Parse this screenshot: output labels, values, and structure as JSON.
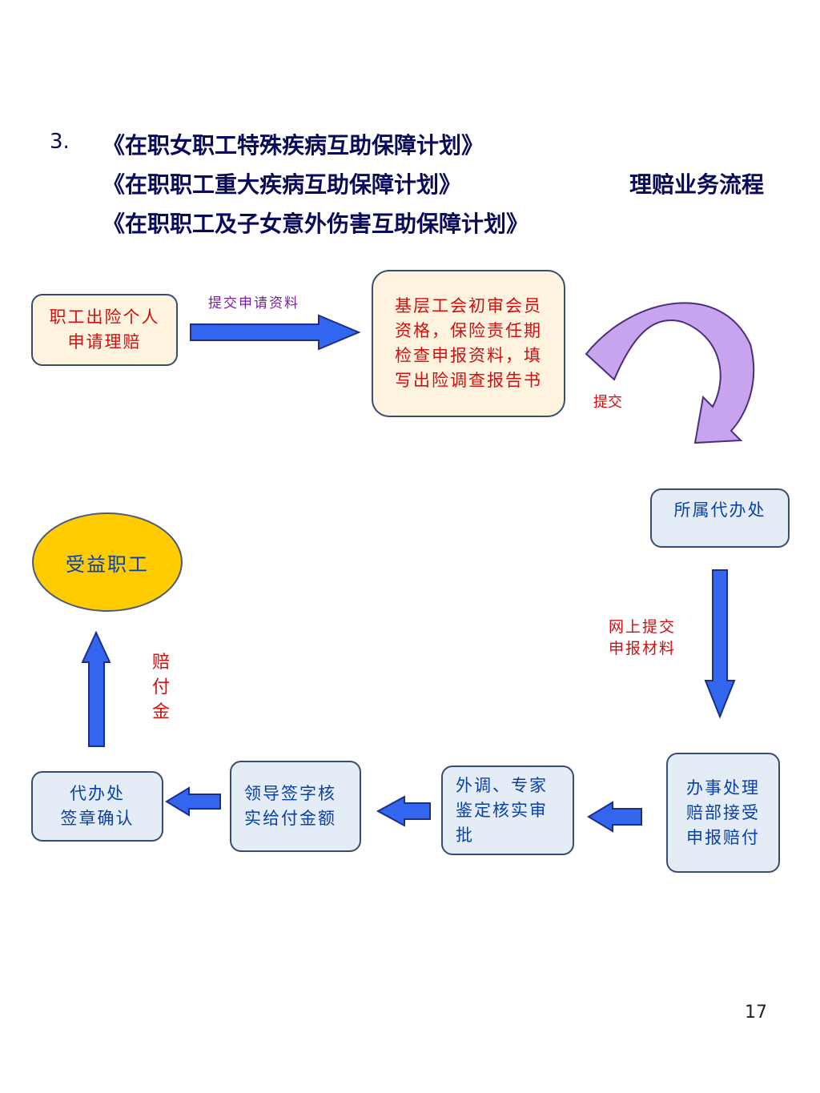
{
  "header": {
    "number": "3.",
    "line1": "《在职女职工特殊疾病互助保障计划》",
    "line2": "《在职职工重大疾病互助保障计划》",
    "line3": "《在职职工及子女意外伤害互助保障计划》",
    "suffix": "理赔业务流程"
  },
  "nodes": {
    "apply": "职工出险个人申请理赔",
    "union_review": "基层工会初审会员资格，保险责任期检查申报资料，填写出险调查报告书",
    "agency": "所属代办处",
    "office_claims": "办事处理赔部接受申报赔付",
    "investigate": "外调、专家鉴定核实审批",
    "leader_sign": "领导签字核实给付金额",
    "agency_confirm_line1": "代办处",
    "agency_confirm_line2": "签章确认",
    "beneficiary": "受益职工"
  },
  "labels": {
    "submit_materials": "提交申请资料",
    "submit": "提交",
    "online_submit_line1": "网上提交",
    "online_submit_line2": "申报材料",
    "payout": "赔付金"
  },
  "page": {
    "number": "17"
  },
  "colors": {
    "arrow_fill": "#3366ee",
    "arrow_stroke": "#1a2e8a",
    "curved_arrow_fill": "#c9a4ee",
    "curved_arrow_stroke": "#4a2e7a",
    "circle_fill": "#ffcc00",
    "red_text": "#d01010",
    "blue_text": "#0a3fa8"
  }
}
